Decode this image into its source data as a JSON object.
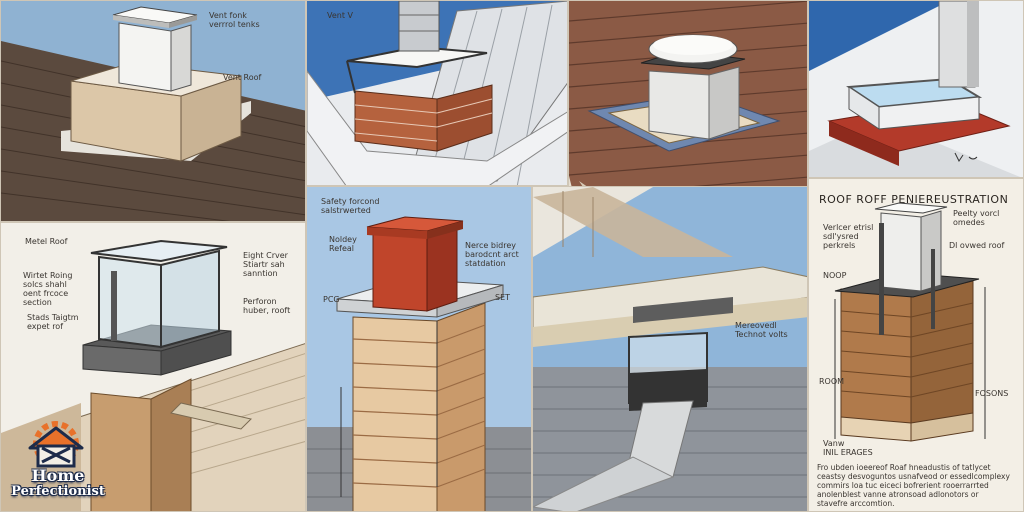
{
  "brand": {
    "line1": "Home",
    "line2": "Perfectionist",
    "accent": "#e8712a",
    "navy": "#1d2b4a"
  },
  "panels": {
    "p1": {
      "label_a": "Vent fonk\nverrrol tenks",
      "label_b": "Vent Roof"
    },
    "p2": {
      "label_a": "Vent V"
    },
    "p4": {
      "label_a": "Metel Roof",
      "label_b": "Wirtet Roing\nsolcs shahl\noent frcoce\nsection",
      "label_c": "Stads Taigtm\nexpet rof",
      "label_d": "Eight Crver\nStiartr sah\nsanntion",
      "label_e": "Perforon\nhuber, rooft"
    },
    "p5": {
      "label_a": "Safety forcond\nsalstrwerted",
      "label_b": "Noldey\nRefeal",
      "label_c": "Nerce bidrey\nbarodcnt arct\nstatdation",
      "label_d": "PCG",
      "label_e": "SET"
    },
    "p6": {
      "label_a": "Mereovedl\nTechnot volts"
    },
    "p8": {
      "title": "ROOF ROFF PENIEREUSTRATION",
      "label_a": "Peelty vorcl\nomedes",
      "label_b": "Verlcer etrisl\nsdl'ysred\nperkrels",
      "label_c": "Dl ovwed roof",
      "label_d": "NOOP",
      "label_e": "ROOM",
      "label_f": "FOSONS",
      "label_g": "Vanw\nINIL ERAGES",
      "note": "Fro ubden ioeereof Roaf hneadustis of tatlycet\nceastsy desvoguntos usnafveod or essedlcomplexy\ncommirs loa tuc eiceci bofrerient rooerrarrted\nanolenblest vanne atronsoad adlonotors or\nstavefre arccomtion."
    }
  }
}
